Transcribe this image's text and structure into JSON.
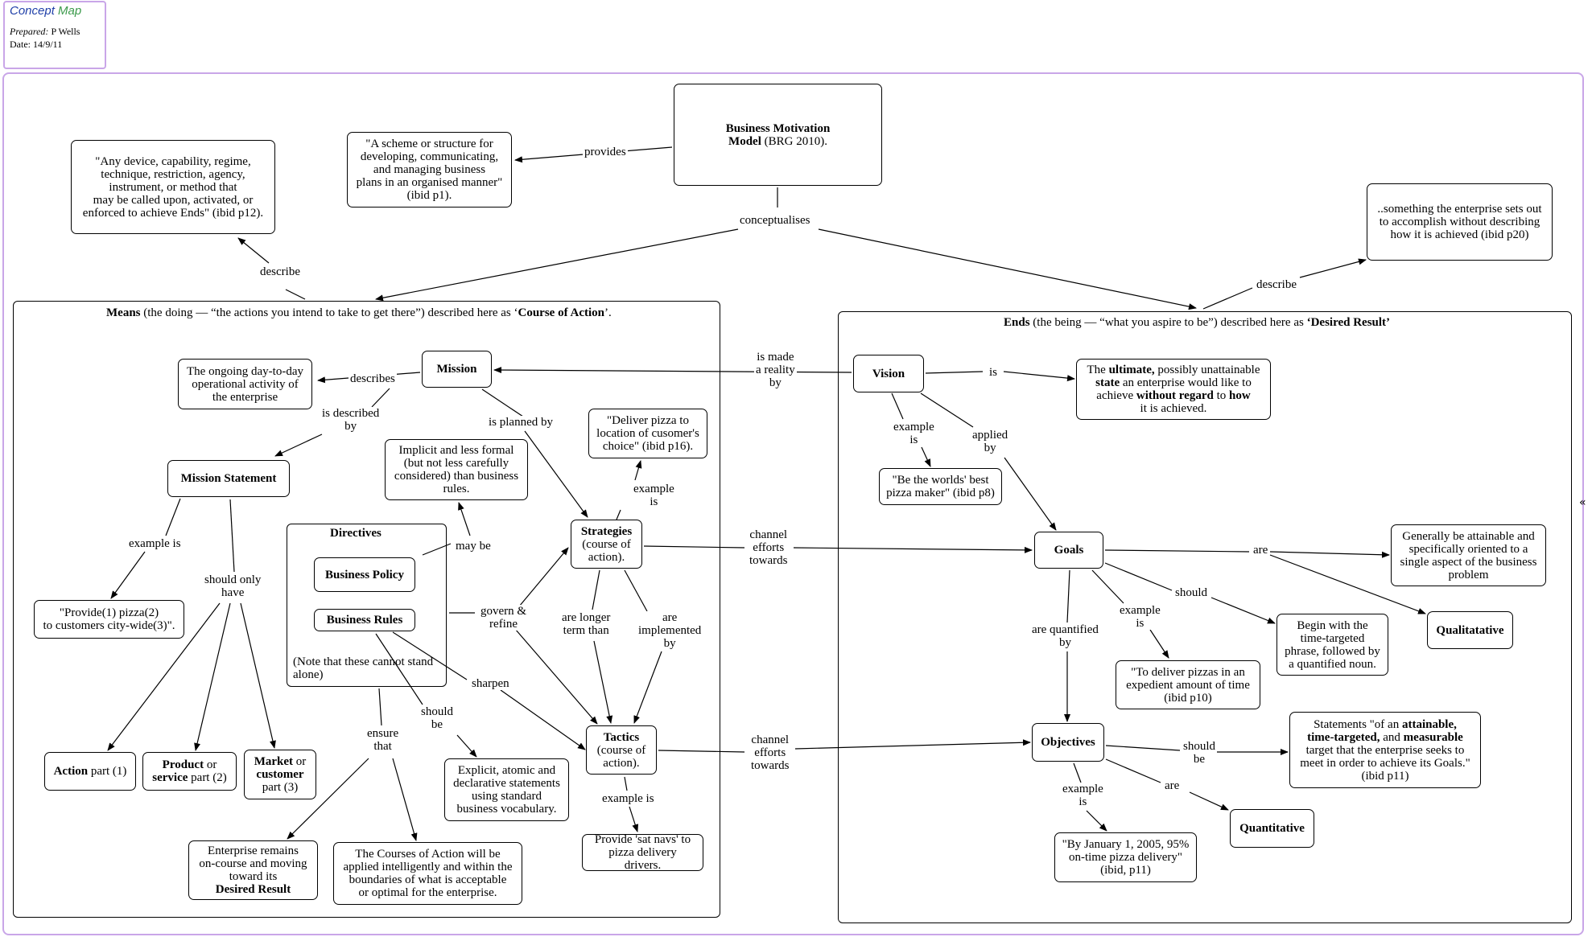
{
  "legend": {
    "title_part1": "Concept",
    "title_part2": " Map",
    "prepared_label": "Prepared:",
    "prepared_value": " P Wells",
    "date_label": "Date:",
    "date_value": "  14/9/11"
  },
  "collapse_glyph": "«",
  "containers": {
    "means": {
      "title_bold1": "Means",
      "title_mid": " (the doing — “the actions you intend to take to get there”) described here as ‘",
      "title_bold2": "Course of Action",
      "title_end": "’."
    },
    "ends": {
      "title_bold1": "Ends",
      "title_mid": " (the being — “what you aspire to be”) described here as ",
      "title_bold2": "‘Desired Result’",
      "title_end": ""
    },
    "directives": {
      "title": "Directives"
    }
  },
  "nodes": {
    "bmm_bold": "Business Motivation\nModel",
    "bmm_rest": " (BRG 2010).",
    "scheme": "\"A scheme or structure for\ndeveloping, communicating,\nand managing business\nplans in an organised manner\"\n(ibid p1).",
    "device": "\"Any device, capability, regime,\ntechnique, restriction,  agency,\ninstrument, or method that\nmay be called  upon, activated, or\nenforced to achieve Ends\" (ibid p12).",
    "something": "..something the enterprise sets out\nto accomplish without describing\nhow it is achieved (ibid p20)",
    "mission": "Mission",
    "ongoing": "The ongoing day-to-day\noperational activity of\nthe enterprise",
    "mission_statement": "Mission Statement",
    "provide_pizza": "\"Provide(1)  pizza(2)\nto customers city-wide(3)\".",
    "action_bold": "Action",
    "action_rest": " part (1)",
    "product_bold1": "Product",
    "product_mid": " or\n",
    "product_bold2": "service",
    "product_rest": " part (2)",
    "market_bold1": "Market",
    "market_mid": " or\n",
    "market_bold2": "customer",
    "market_rest": "\npart (3)",
    "implicit": "Implicit and less formal\n(but not less carefully\nconsidered) than business\nrules.",
    "business_policy": "Business Policy",
    "business_rules": "Business Rules",
    "note": "(Note that these cannot stand\nalone)",
    "deliver": "\"Deliver pizza to\nlocation of cusomer's\nchoice\" (ibid p16).",
    "strategies_bold": "Strategies",
    "strategies_rest": "\n(course of\naction).",
    "tactics_bold": "Tactics",
    "tactics_rest": "\n(course of\naction).",
    "satnav": "Provide 'sat navs' to\npizza delivery drivers.",
    "explicit": "Explicit, atomic and\ndeclarative statements\nusing standard\nbusiness vocabulary.",
    "oncourse_plain": "Enterprise remains\non-course and moving\ntoward its\n",
    "oncourse_bold": "Desired Result",
    "courses": "The Courses of Action will be\napplied intelligently and within the\nboundaries of what is acceptable\nor optimal for the enterprise.",
    "vision": "Vision",
    "ultimate_1": "The ",
    "ultimate_b1": "ultimate,",
    "ultimate_2": " possibly unattainable\n",
    "ultimate_b2": "state",
    "ultimate_3": " an enterprise would like to\nachieve ",
    "ultimate_b3": "without regard",
    "ultimate_4": " to ",
    "ultimate_b4": "how",
    "ultimate_5": "\nit is achieved.",
    "best_pizza": "\"Be the worlds' best\npizza maker\" (ibid p8)",
    "goals": "Goals",
    "attainable": "Generally be attainable and\nspecifically oriented to a\nsingle aspect of the business\nproblem",
    "qualitative": "Qualitatative",
    "begin_with": "Begin with the\ntime-targeted\nphrase, followed by\na quantified noun.",
    "to_deliver": "\"To deliver pizzas in an\nexpedient amount of time\n(ibid p10)",
    "objectives": "Objectives",
    "statements_1": "Statements \"of an ",
    "statements_b1": "attainable,\ntime-targeted,",
    "statements_2": " and ",
    "statements_b2": "measurable",
    "statements_3": "\ntarget that the enterprise seeks to\nmeet in order to achieve its Goals.\"\n(ibid  p11)",
    "quantitative": "Quantitative",
    "jan2005": "\"By January 1, 2005, 95%\non-time  pizza delivery\"\n(ibid, p11)"
  },
  "labels": {
    "provides": "provides",
    "conceptualises": "conceptualises",
    "describe_left": "describe",
    "describe_right": "describe",
    "describes": "describes",
    "is_described_by": "is described\nby",
    "is_planned_by": "is planned by",
    "is_made_reality": "is made\na reality\nby",
    "example_is_ms": "example is",
    "should_only_have": "should only\nhave",
    "may_be": "may be",
    "govern_refine": "govern &\nrefine",
    "sharpen": "sharpen",
    "should_be_rules": "should\nbe",
    "ensure_that": "ensure\nthat",
    "example_is_strat": "example\nis",
    "longer_term": "are longer\nterm than",
    "implemented_by": "are\nimplemented\nby",
    "example_is_tac": "example is",
    "channel_1": "channel\nefforts\ntowards",
    "channel_2": "channel\nefforts\ntowards",
    "is_vision": "is",
    "example_is_vision": "example\nis",
    "applied_by": "applied\nby",
    "are_goals": "are",
    "should_goals": "should",
    "example_is_goals": "example\nis",
    "quantified_by": "are quantified\nby",
    "should_be_obj": "should\nbe",
    "are_obj": "are",
    "example_is_obj": "example\nis"
  }
}
